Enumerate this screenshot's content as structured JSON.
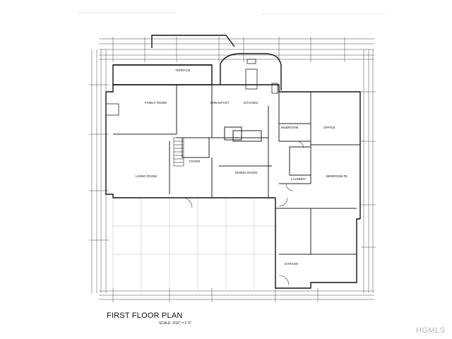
{
  "plan": {
    "title": "FIRST FLOOR PLAN",
    "scale": "SCALE: 3/16\" = 1'-0\""
  },
  "rooms": [
    {
      "key": "terrace",
      "label": "TERRACE"
    },
    {
      "key": "family",
      "label": "FAMILY ROOM"
    },
    {
      "key": "breakfast",
      "label": "BREAKFAST"
    },
    {
      "key": "kitchen",
      "label": "KITCHEN"
    },
    {
      "key": "living",
      "label": "LIVING ROOM"
    },
    {
      "key": "foyer",
      "label": "FOYER"
    },
    {
      "key": "dining",
      "label": "DINING ROOM"
    },
    {
      "key": "mudroom",
      "label": "MUDROOM"
    },
    {
      "key": "laundry",
      "label": "LAUNDRY"
    },
    {
      "key": "office",
      "label": "OFFICE"
    },
    {
      "key": "bedroom",
      "label": "BEDROOM #5"
    },
    {
      "key": "garage",
      "label": "GARAGE"
    }
  ],
  "watermark": "HGMLS"
}
